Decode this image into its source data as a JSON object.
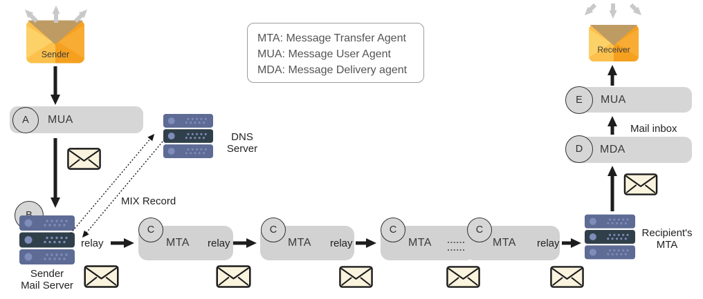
{
  "sender_envelope": {
    "label": "Sender"
  },
  "receiver_envelope": {
    "label": "Receiver"
  },
  "legend": {
    "lines": [
      "MTA: Message Transfer Agent",
      "MUA: Message User Agent",
      "MDA: Message Delivery agent"
    ]
  },
  "nodes": {
    "mua_a": {
      "badge": "A",
      "label": "MUA"
    },
    "sender_mail_server": {
      "badge": "B",
      "label_line1": "Sender",
      "label_line2": "Mail Server"
    },
    "mta_1": {
      "badge": "C",
      "label": "MTA"
    },
    "mta_2": {
      "badge": "C",
      "label": "MTA"
    },
    "mta_3": {
      "badge": "C",
      "label": "MTA"
    },
    "mta_4": {
      "badge": "C",
      "label": "MTA"
    },
    "recipient_mta": {
      "label_line1": "Recipient's",
      "label_line2": "MTA"
    },
    "mda": {
      "badge": "D",
      "label": "MDA"
    },
    "mua_e": {
      "badge": "E",
      "label": "MUA"
    },
    "dns_server": {
      "label_line1": "DNS",
      "label_line2": "Server"
    }
  },
  "edge_labels": {
    "relay_1": "relay",
    "relay_2": "relay",
    "relay_3": "relay",
    "relay_4": "relay",
    "mix_record": "MIX Record",
    "mail_inbox": "Mail inbox"
  },
  "colors": {
    "pill_gray": "#d6d6d6",
    "server_blue": "#5d6b95",
    "server_dark": "#30404b",
    "server_accent": "#7f8dbb",
    "message_envelope_fill": "#faf3dd",
    "big_envelope_left": "#fbc14c",
    "big_envelope_right": "#f5a01f",
    "big_envelope_flap": "#bf9b64",
    "arrow_black": "#1d1d1d",
    "arrow_gray": "#c9c9c9"
  }
}
